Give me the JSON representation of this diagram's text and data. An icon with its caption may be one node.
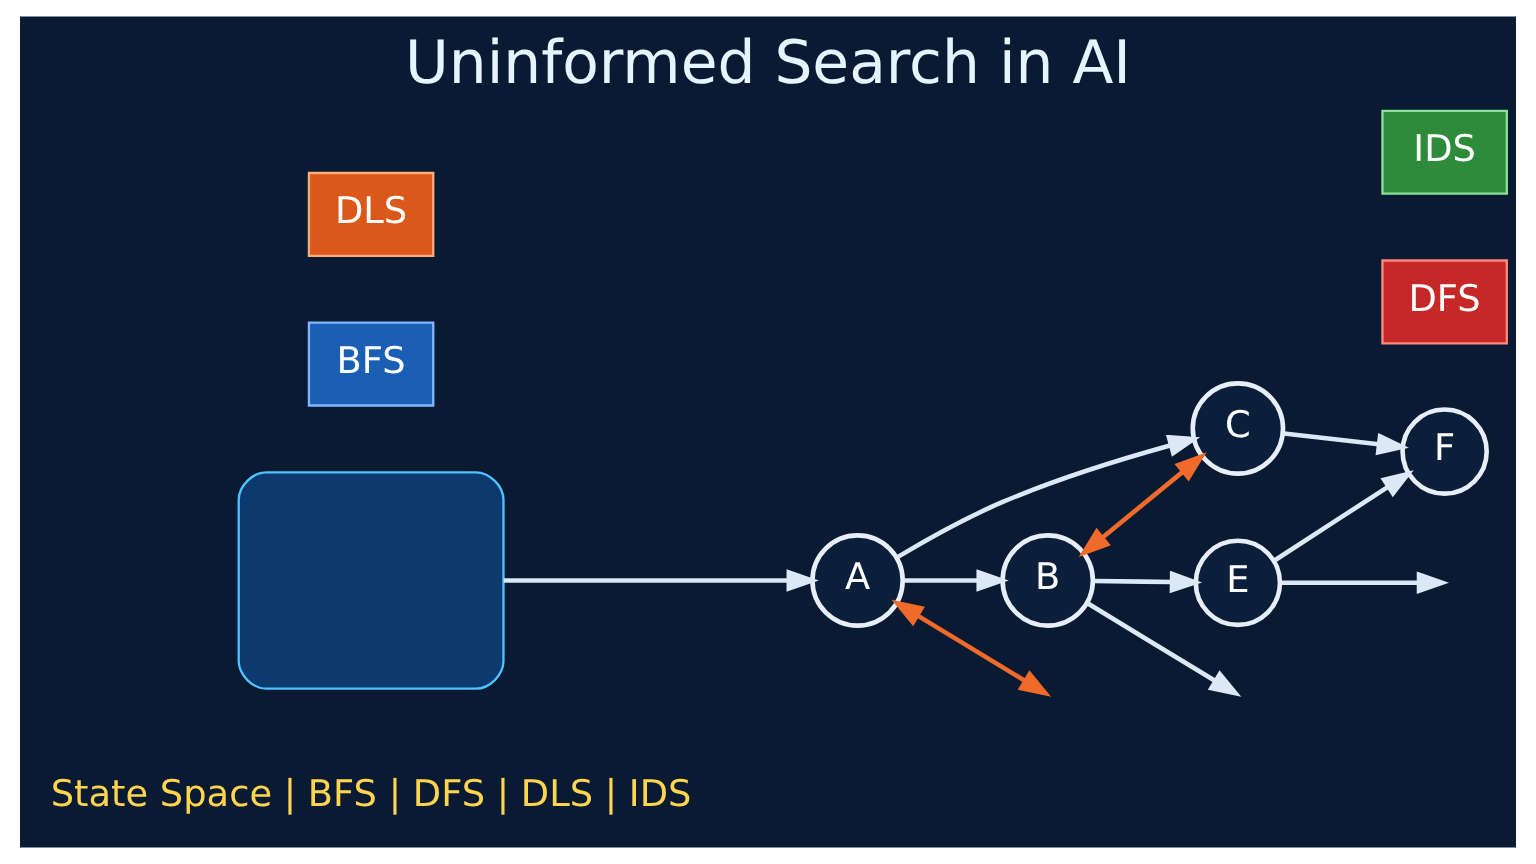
{
  "diagram": {
    "title": "Uninformed Search in AI",
    "nodes": [
      {
        "text": [],
        "shape": "box"
      },
      {
        "text": [
          "BFS"
        ]
      },
      {
        "text": [
          "A"
        ]
      },
      {
        "text": [
          "DFS"
        ]
      },
      {
        "text": [
          "B"
        ]
      },
      {
        "text": [
          "C"
        ]
      },
      {
        "text": [
          "E"
        ]
      },
      {
        "text": [
          "F"
        ]
      },
      {
        "text": [
          "DLS"
        ]
      },
      {
        "text": [
          "IDS"
        ]
      }
    ],
    "edges": [
      {
        "from": 0,
        "to": 2,
        "arrow": "to"
      },
      {
        "from": 2,
        "to": 4,
        "arrow": "to"
      },
      {
        "from": 2,
        "to": 5,
        "arrow": "to"
      },
      {
        "from": 2,
        "to": null,
        "arrow": "both",
        "color": "#f06a2a"
      },
      {
        "from": 4,
        "to": 5,
        "arrow": "both",
        "color": "#f06a2a"
      },
      {
        "from": 4,
        "to": null,
        "arrow": "to"
      },
      {
        "from": 4,
        "to": 6,
        "arrow": "to"
      },
      {
        "from": 5,
        "to": 7,
        "arrow": "to"
      },
      {
        "from": 6,
        "to": 7,
        "arrow": "to"
      },
      {
        "from": 6,
        "to": null,
        "arrow": "to"
      }
    ],
    "labels": [
      "State Space | BFS | DFS | DLS | IDS"
    ]
  }
}
